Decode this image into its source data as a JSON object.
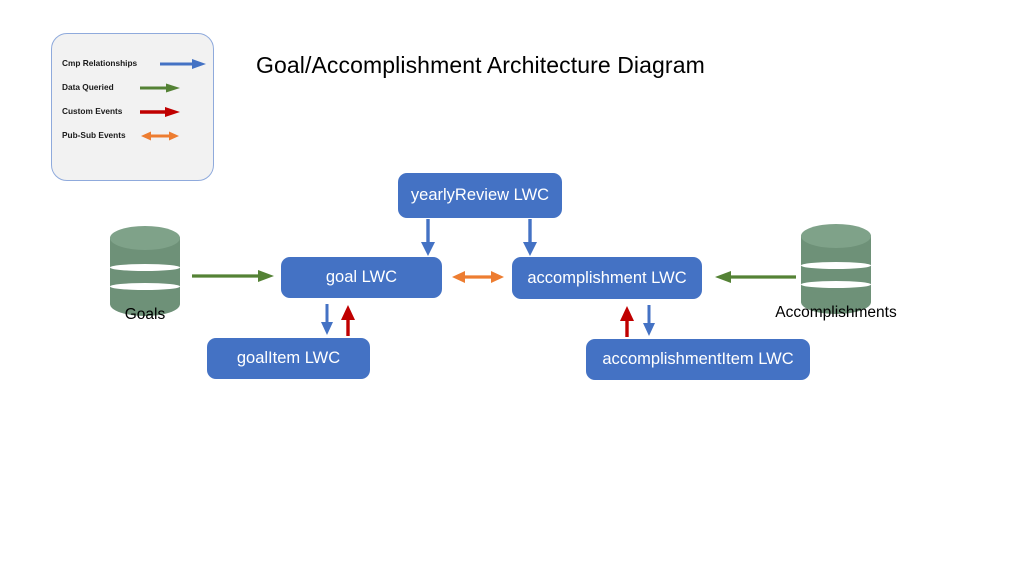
{
  "title": "Goal/Accomplishment Architecture Diagram",
  "colors": {
    "cmp_relationships": "#4472C4",
    "data_queried": "#548235",
    "custom_events": "#C00000",
    "pub_sub_events": "#ED7D31",
    "box_fill": "#4472C4",
    "box_text": "#FFFFFF",
    "cylinder_fill": "#6E9178",
    "legend_fill": "#F2F2F2",
    "legend_border": "#8FAADC",
    "background": "#FFFFFF"
  },
  "legend": {
    "items": [
      {
        "label": "Cmp Relationships",
        "arrow": "single-right",
        "color": "#4472C4"
      },
      {
        "label": "Data Queried",
        "arrow": "single-right",
        "color": "#548235"
      },
      {
        "label": "Custom Events",
        "arrow": "single-right",
        "color": "#C00000"
      },
      {
        "label": "Pub-Sub Events",
        "arrow": "double",
        "color": "#ED7D31"
      }
    ]
  },
  "nodes": {
    "goals_db": {
      "label": "Goals",
      "type": "database"
    },
    "accomplishments_db": {
      "label": "Accomplishments",
      "type": "database"
    },
    "yearly_review": {
      "label": "yearlyReview LWC",
      "type": "component"
    },
    "goal": {
      "label": "goal LWC",
      "type": "component"
    },
    "accomplishment": {
      "label": "accomplishment LWC",
      "type": "component"
    },
    "goal_item": {
      "label": "goalItem LWC",
      "type": "component"
    },
    "accomplishment_item": {
      "label": "accomplishmentItem LWC",
      "type": "component"
    }
  },
  "edges": [
    {
      "from": "goals_db",
      "to": "goal",
      "kind": "data-queried",
      "color": "#548235",
      "direction": "right"
    },
    {
      "from": "accomplishments_db",
      "to": "accomplishment",
      "kind": "data-queried",
      "color": "#548235",
      "direction": "left"
    },
    {
      "from": "yearly_review",
      "to": "goal",
      "kind": "cmp-relationship",
      "color": "#4472C4",
      "direction": "down"
    },
    {
      "from": "yearly_review",
      "to": "accomplishment",
      "kind": "cmp-relationship",
      "color": "#4472C4",
      "direction": "down"
    },
    {
      "from": "goal",
      "to": "accomplishment",
      "kind": "pub-sub-events",
      "color": "#ED7D31",
      "direction": "both"
    },
    {
      "from": "goal",
      "to": "goal_item",
      "kind": "cmp-relationship",
      "color": "#4472C4",
      "direction": "down"
    },
    {
      "from": "goal_item",
      "to": "goal",
      "kind": "custom-events",
      "color": "#C00000",
      "direction": "up"
    },
    {
      "from": "accomplishment",
      "to": "accomplishment_item",
      "kind": "cmp-relationship",
      "color": "#4472C4",
      "direction": "down"
    },
    {
      "from": "accomplishment_item",
      "to": "accomplishment",
      "kind": "custom-events",
      "color": "#C00000",
      "direction": "up"
    }
  ]
}
